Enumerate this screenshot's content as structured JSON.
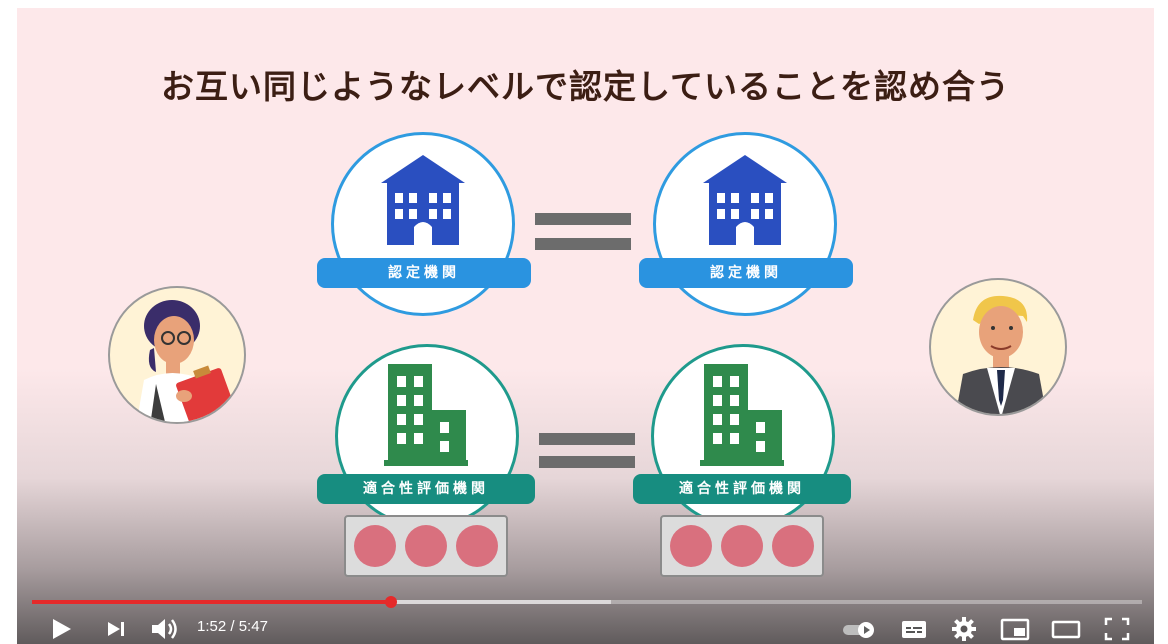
{
  "video": {
    "slide_title": "お互い同じようなレベルで認定していることを認め合う",
    "left_top_label": "認定機関",
    "right_top_label": "認定機関",
    "left_bottom_label": "適合性評価機関",
    "right_bottom_label": "適合性評価機関"
  },
  "player": {
    "current_time": "1:52",
    "separator": " / ",
    "duration": "5:47",
    "progress_fraction": 0.323,
    "buffered_fraction": 0.522,
    "played_color": "#e52a2a"
  },
  "colors": {
    "background": "#fde8ea",
    "blue_accent": "#2a93e0",
    "green_accent": "#178d80",
    "building_blue": "#2a4fc0",
    "building_green": "#2f8a4c",
    "dot_pink": "#d9707e"
  },
  "icons": {
    "play": "play-icon",
    "next": "next-icon",
    "volume": "volume-icon",
    "autoplay": "autoplay-toggle-icon",
    "subtitles": "subtitles-icon",
    "settings": "gear-icon",
    "miniplayer": "miniplayer-icon",
    "theater": "theater-mode-icon",
    "fullscreen": "fullscreen-icon"
  }
}
